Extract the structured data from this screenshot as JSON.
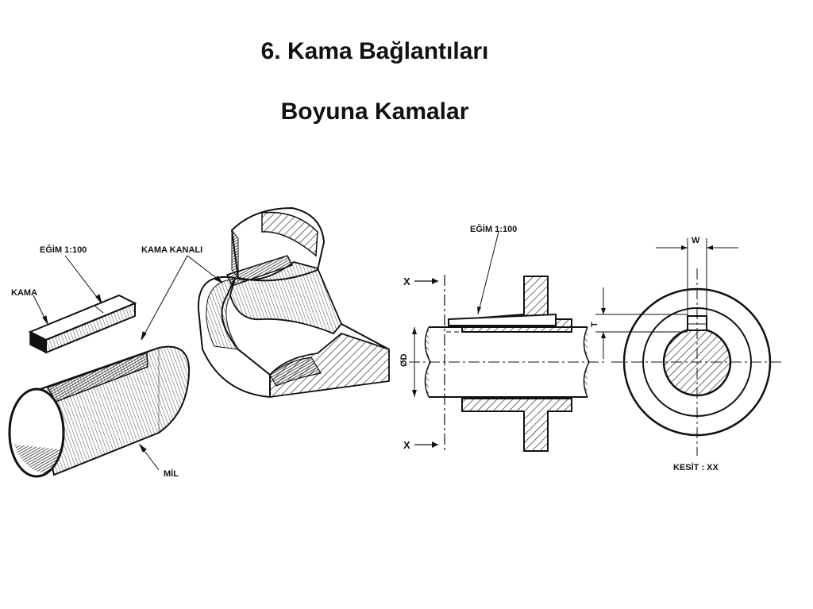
{
  "slide": {
    "title": "6. Kama Bağlantıları",
    "subtitle": "Boyuna Kamalar"
  },
  "left_figure": {
    "slope_label": "EĞİM 1:100",
    "key_label": "KAMA",
    "keyway_label": "KAMA KANALI",
    "shaft_label": "MİL"
  },
  "right_figure": {
    "slope_label": "EĞİM 1:100",
    "section_marker_top": "X",
    "section_marker_bottom": "X",
    "diameter_label": "ØD",
    "depth_label": "T",
    "width_label": "W",
    "section_label": "KESİT : XX"
  }
}
